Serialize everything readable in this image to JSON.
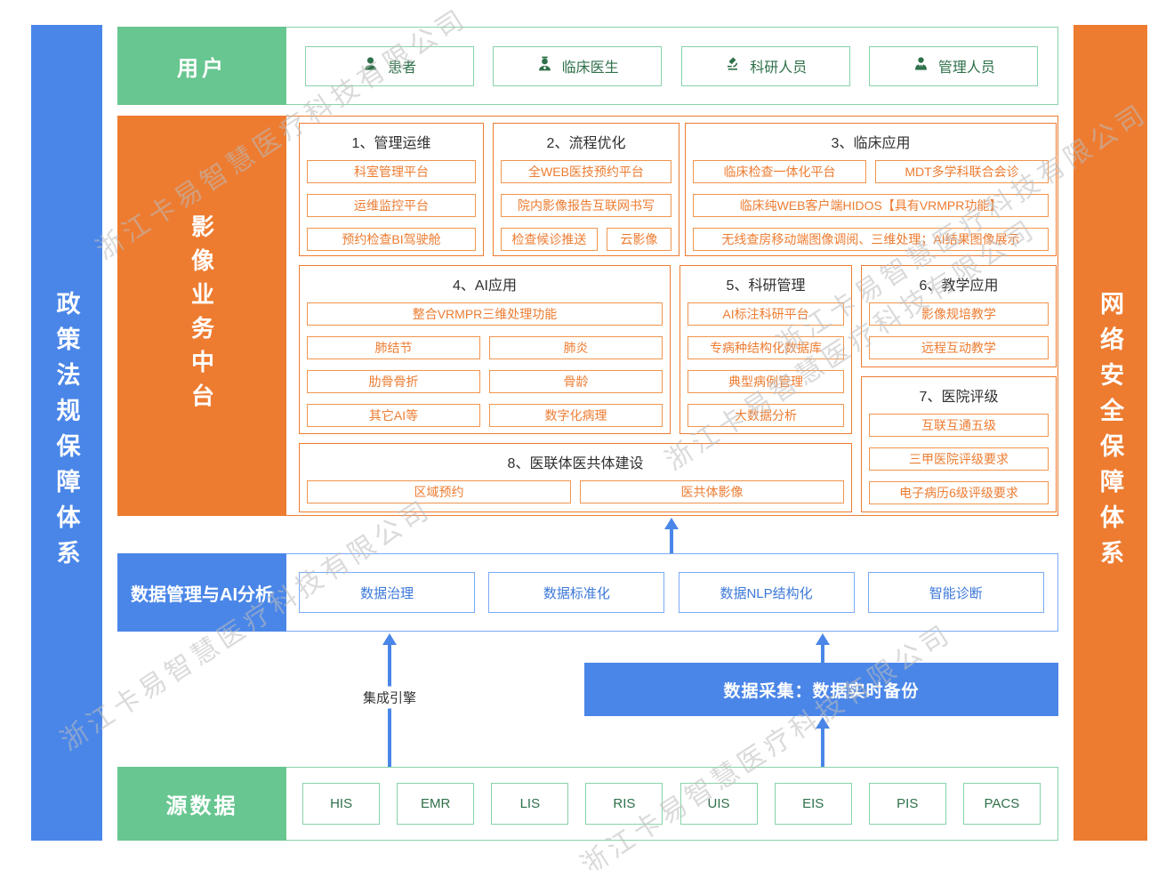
{
  "watermark": {
    "text": "浙江卡易智慧医疗科技有限公司"
  },
  "side_bars": {
    "left": "政策法规保障体系",
    "right": "网络安全保障体系"
  },
  "users": {
    "title": "用户",
    "items": [
      {
        "icon": "patient-icon",
        "label": "患者"
      },
      {
        "icon": "doctor-icon",
        "label": "临床医生"
      },
      {
        "icon": "microscope-icon",
        "label": "科研人员"
      },
      {
        "icon": "admin-icon",
        "label": "管理人员"
      }
    ]
  },
  "platform": {
    "title": "影像业务中台",
    "sections": [
      {
        "title": "1、管理运维",
        "rows": [
          [
            "科室管理平台"
          ],
          [
            "运维监控平台"
          ],
          [
            "预约检查BI驾驶舱"
          ]
        ]
      },
      {
        "title": "2、流程优化",
        "rows": [
          [
            "全WEB医技预约平台"
          ],
          [
            "院内影像报告互联网书写"
          ],
          [
            {
              "label": "检查候诊推送",
              "flex": 1.5
            },
            {
              "label": "云影像",
              "flex": 1
            }
          ]
        ]
      },
      {
        "title": "3、临床应用",
        "rows": [
          [
            "临床检查一体化平台",
            "MDT多学科联合会诊"
          ],
          [
            "临床纯WEB客户端HIDOS【具有VRMPR功能】"
          ],
          [
            "无线查房移动端图像调阅、三维处理；AI结果图像展示"
          ]
        ]
      },
      {
        "title": "4、AI应用",
        "rows": [
          [
            "整合VRMPR三维处理功能"
          ],
          [
            "肺结节",
            "肺炎"
          ],
          [
            "肋骨骨折",
            "骨龄"
          ],
          [
            "其它AI等",
            "数字化病理"
          ]
        ]
      },
      {
        "title": "5、科研管理",
        "rows": [
          [
            "AI标注科研平台"
          ],
          [
            "专病种结构化数据库"
          ],
          [
            "典型病例管理"
          ],
          [
            "大数据分析"
          ]
        ]
      },
      {
        "title": "6、教学应用",
        "rows": [
          [
            "影像规培教学"
          ],
          [
            "远程互动教学"
          ]
        ]
      },
      {
        "title": "7、医院评级",
        "rows": [
          [
            "互联互通五级"
          ],
          [
            "三甲医院评级要求"
          ],
          [
            "电子病历6级评级要求"
          ]
        ]
      },
      {
        "title": "8、医联体医共体建设",
        "rows": [
          [
            "区域预约",
            "医共体影像"
          ]
        ]
      }
    ]
  },
  "data_mgmt": {
    "title": "数据管理与AI分析",
    "items": [
      "数据治理",
      "数据标准化",
      "数据NLP结构化",
      "智能诊断"
    ]
  },
  "integration": {
    "label": "集成引擎"
  },
  "collection": {
    "label": "数据采集：数据实时备份"
  },
  "source": {
    "title": "源数据",
    "items": [
      "HIS",
      "EMR",
      "LIS",
      "RIS",
      "UIS",
      "EIS",
      "PIS",
      "PACS"
    ]
  },
  "colors": {
    "blue": "#4A86E8",
    "blue_border": "#7BAAF7",
    "blue_text": "#3C78D8",
    "orange": "#ED7C31",
    "orange_item_border": "#F0954E",
    "green": "#68C690",
    "green_border": "#88D3A8",
    "green_text": "#2E7049",
    "watermark_gray": "#BDBDBD"
  }
}
